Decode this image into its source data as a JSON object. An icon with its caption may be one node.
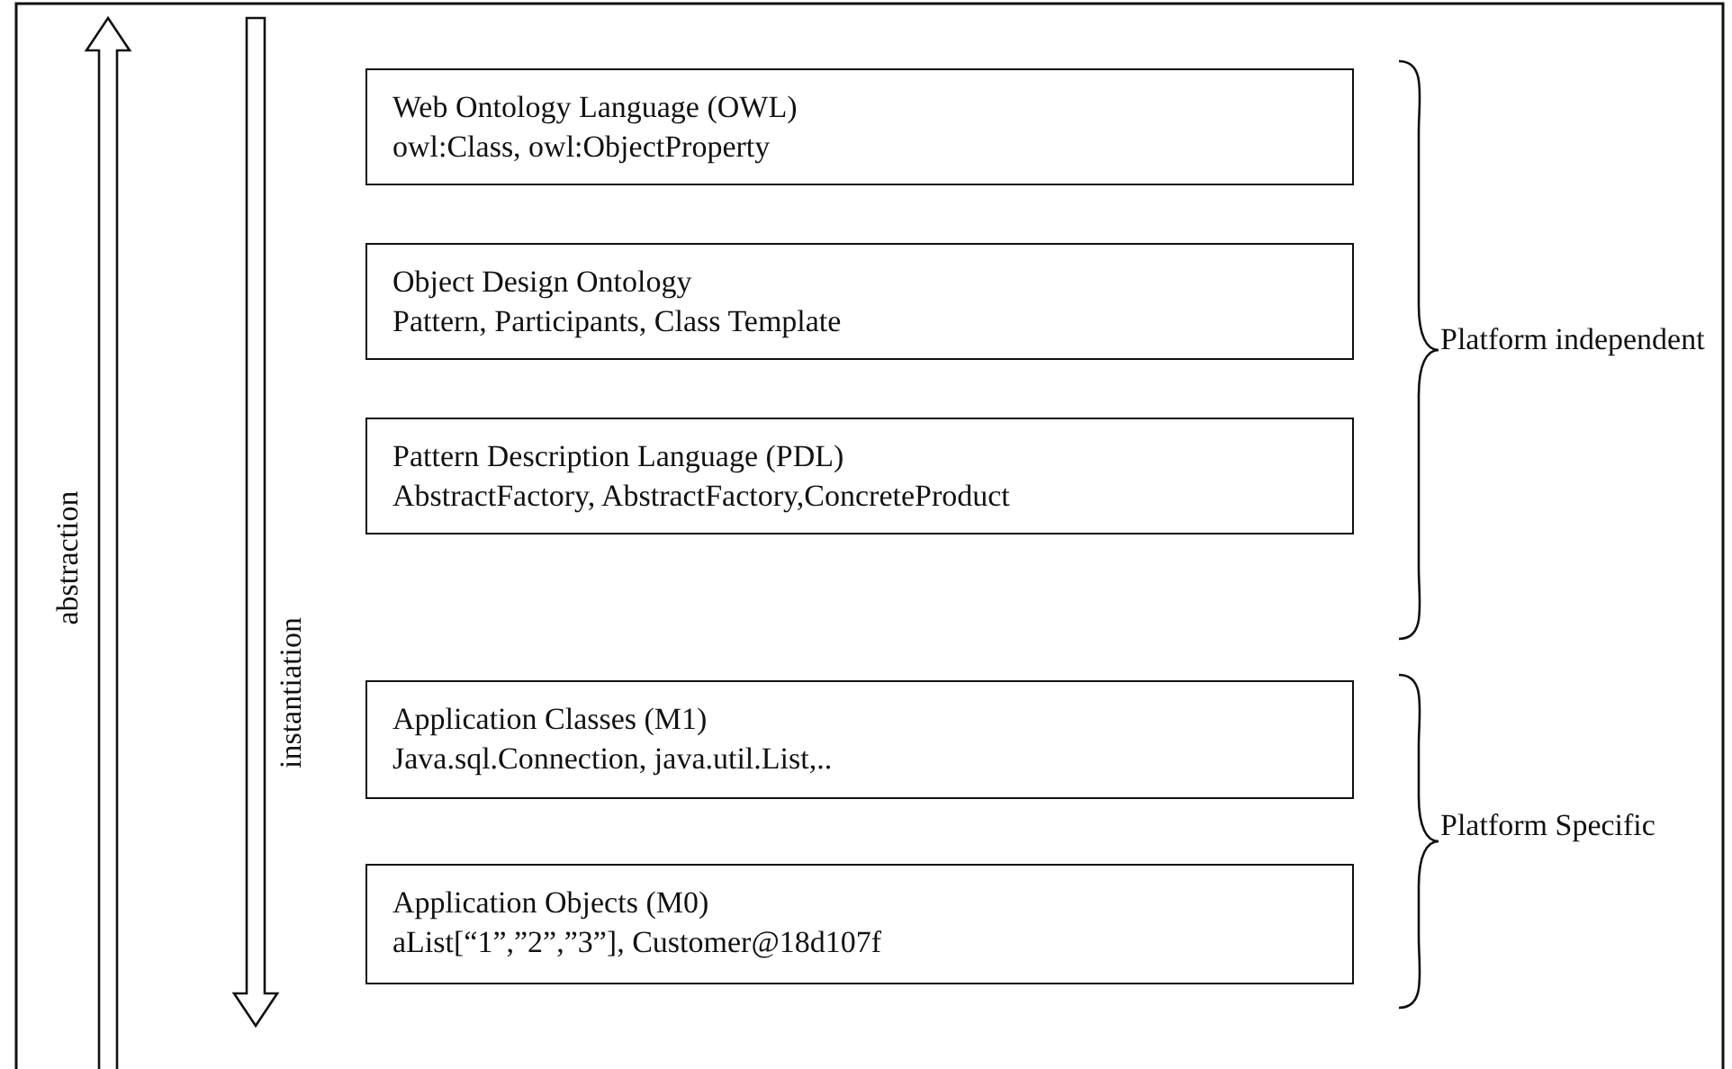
{
  "diagram": {
    "nodes": [
      {
        "text": [
          "Web Ontology Language (OWL)",
          "owl:Class, owl:ObjectProperty"
        ]
      },
      {
        "text": [
          "Object Design Ontology",
          "Pattern, Participants, Class Template"
        ]
      },
      {
        "text": [
          "Pattern Description Language (PDL)",
          "AbstractFactory, AbstractFactory,ConcreteProduct"
        ]
      },
      {
        "text": [
          "Application Classes (M1)",
          "Java.sql.Connection, java.util.List,.."
        ]
      },
      {
        "text": [
          "Application Objects (M0)",
          "aList[“1”,”2”,”3”], Customer@18d107f"
        ]
      }
    ],
    "labels": [
      "abstraction",
      "instantiation",
      "Platform independent",
      "Platform Specific"
    ]
  }
}
